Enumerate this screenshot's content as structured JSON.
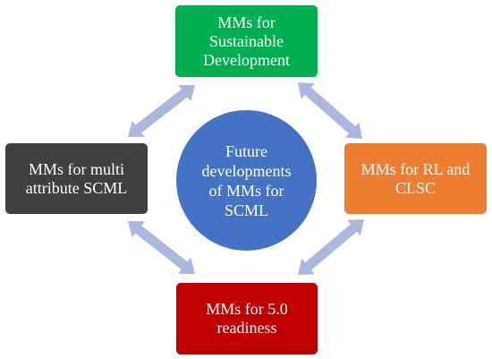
{
  "diagram": {
    "center": {
      "label": "Future\ndevelopments\nof MMs for\nSCML",
      "color": "#4472c4"
    },
    "nodes": {
      "top": {
        "label": "MMs for\nSustainable\nDevelopment",
        "color": "#00b050"
      },
      "left": {
        "label": "MMs for multi\nattribute SCML",
        "color": "#404040"
      },
      "right": {
        "label": "MMs for RL and\nCLSC",
        "color": "#ed7d31"
      },
      "bottom": {
        "label": "MMs for 5.0\nreadiness",
        "color": "#c00000"
      }
    },
    "arrow_color": "#aab8de",
    "connections": [
      {
        "from": "top",
        "to": "left"
      },
      {
        "from": "top",
        "to": "right"
      },
      {
        "from": "left",
        "to": "bottom"
      },
      {
        "from": "right",
        "to": "bottom"
      }
    ]
  }
}
